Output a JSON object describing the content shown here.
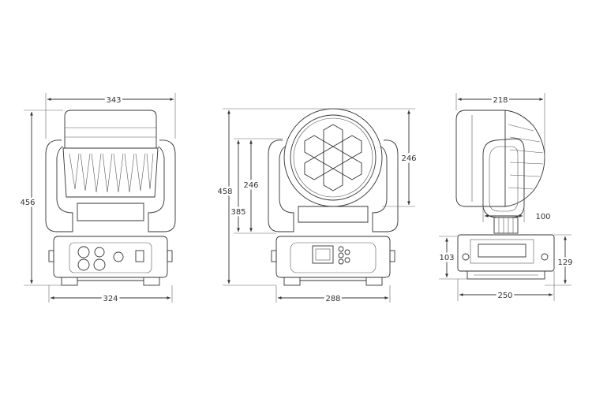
{
  "drawing": {
    "views": [
      {
        "id": "front",
        "dimensions": {
          "top_width": "343",
          "height": "456",
          "base_width": "324"
        }
      },
      {
        "id": "lens",
        "dimensions": {
          "height": "458",
          "inner_height": "385",
          "yoke_height": "246",
          "head_height": "246",
          "base_width": "288"
        }
      },
      {
        "id": "side",
        "dimensions": {
          "top_width": "218",
          "arm_width": "100",
          "base_height_left": "103",
          "base_height_right": "129",
          "base_width": "250"
        }
      }
    ]
  },
  "colors": {
    "line": "#333333",
    "background": "#ffffff"
  }
}
